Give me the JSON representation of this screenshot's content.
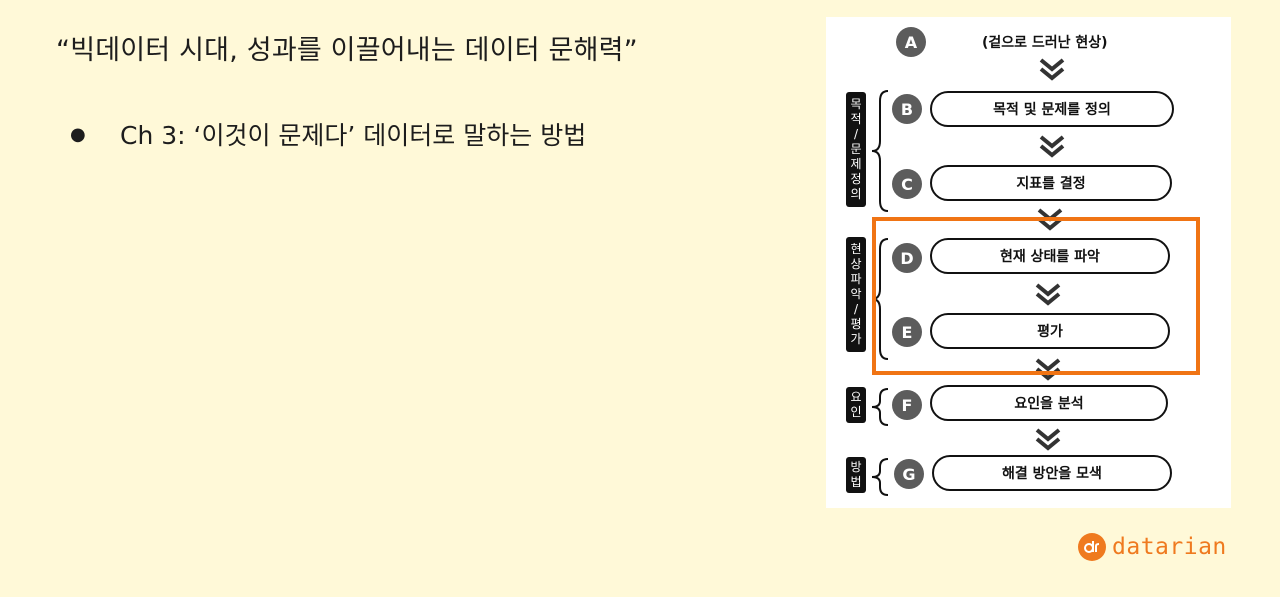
{
  "slide": {
    "title": "“빅데이터 시대, 성과를 이끌어내는 데이터 문해력”",
    "bullets": [
      {
        "text": "Ch 3: ‘이것이 문제다’ 데이터로 말하는 방법"
      }
    ]
  },
  "figure": {
    "nodes": [
      {
        "letter": "A",
        "label": "(겉으로 드러난 현상)"
      },
      {
        "letter": "B",
        "label": "목적 및 문제를 정의"
      },
      {
        "letter": "C",
        "label": "지표를 결정"
      },
      {
        "letter": "D",
        "label": "현재 상태를 파악"
      },
      {
        "letter": "E",
        "label": "평가"
      },
      {
        "letter": "F",
        "label": "요인을 분석"
      },
      {
        "letter": "G",
        "label": "해결 방안을 모색"
      }
    ],
    "side_labels": [
      {
        "chars": [
          "목",
          "적",
          "/",
          "문",
          "제",
          "정",
          "의"
        ]
      },
      {
        "chars": [
          "현",
          "상",
          "파",
          "악",
          "/",
          "평",
          "가"
        ]
      },
      {
        "chars": [
          "요",
          "인"
        ]
      },
      {
        "chars": [
          "방",
          "법"
        ]
      }
    ],
    "highlight_color": "#f07414"
  },
  "logo": {
    "text": "datarian",
    "color": "#ef7a1f"
  }
}
